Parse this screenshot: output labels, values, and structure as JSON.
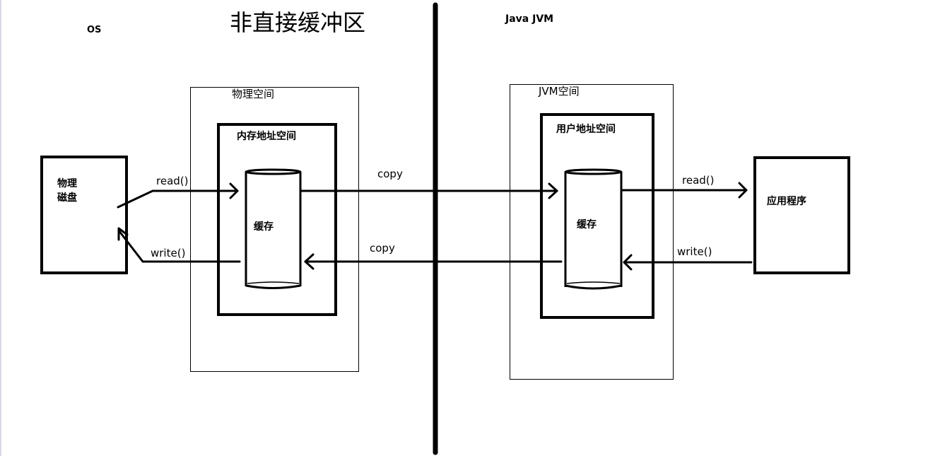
{
  "labels": {
    "os": "OS",
    "title": "非直接缓冲区",
    "java_jvm": "Java JVM",
    "physical_space": "物理空间",
    "memory_address_space": "内存地址空间",
    "physical_disk_line1": "物理",
    "physical_disk_line2": "磁盘",
    "cache_left": "缓存",
    "jvm_space": "JVM空间",
    "user_address_space": "用户地址空间",
    "cache_right": "缓存",
    "application": "应用程序",
    "read_left": "read()",
    "write_left": "write()",
    "copy_top": "copy",
    "copy_bottom": "copy",
    "read_right": "read()",
    "write_right": "write()"
  }
}
